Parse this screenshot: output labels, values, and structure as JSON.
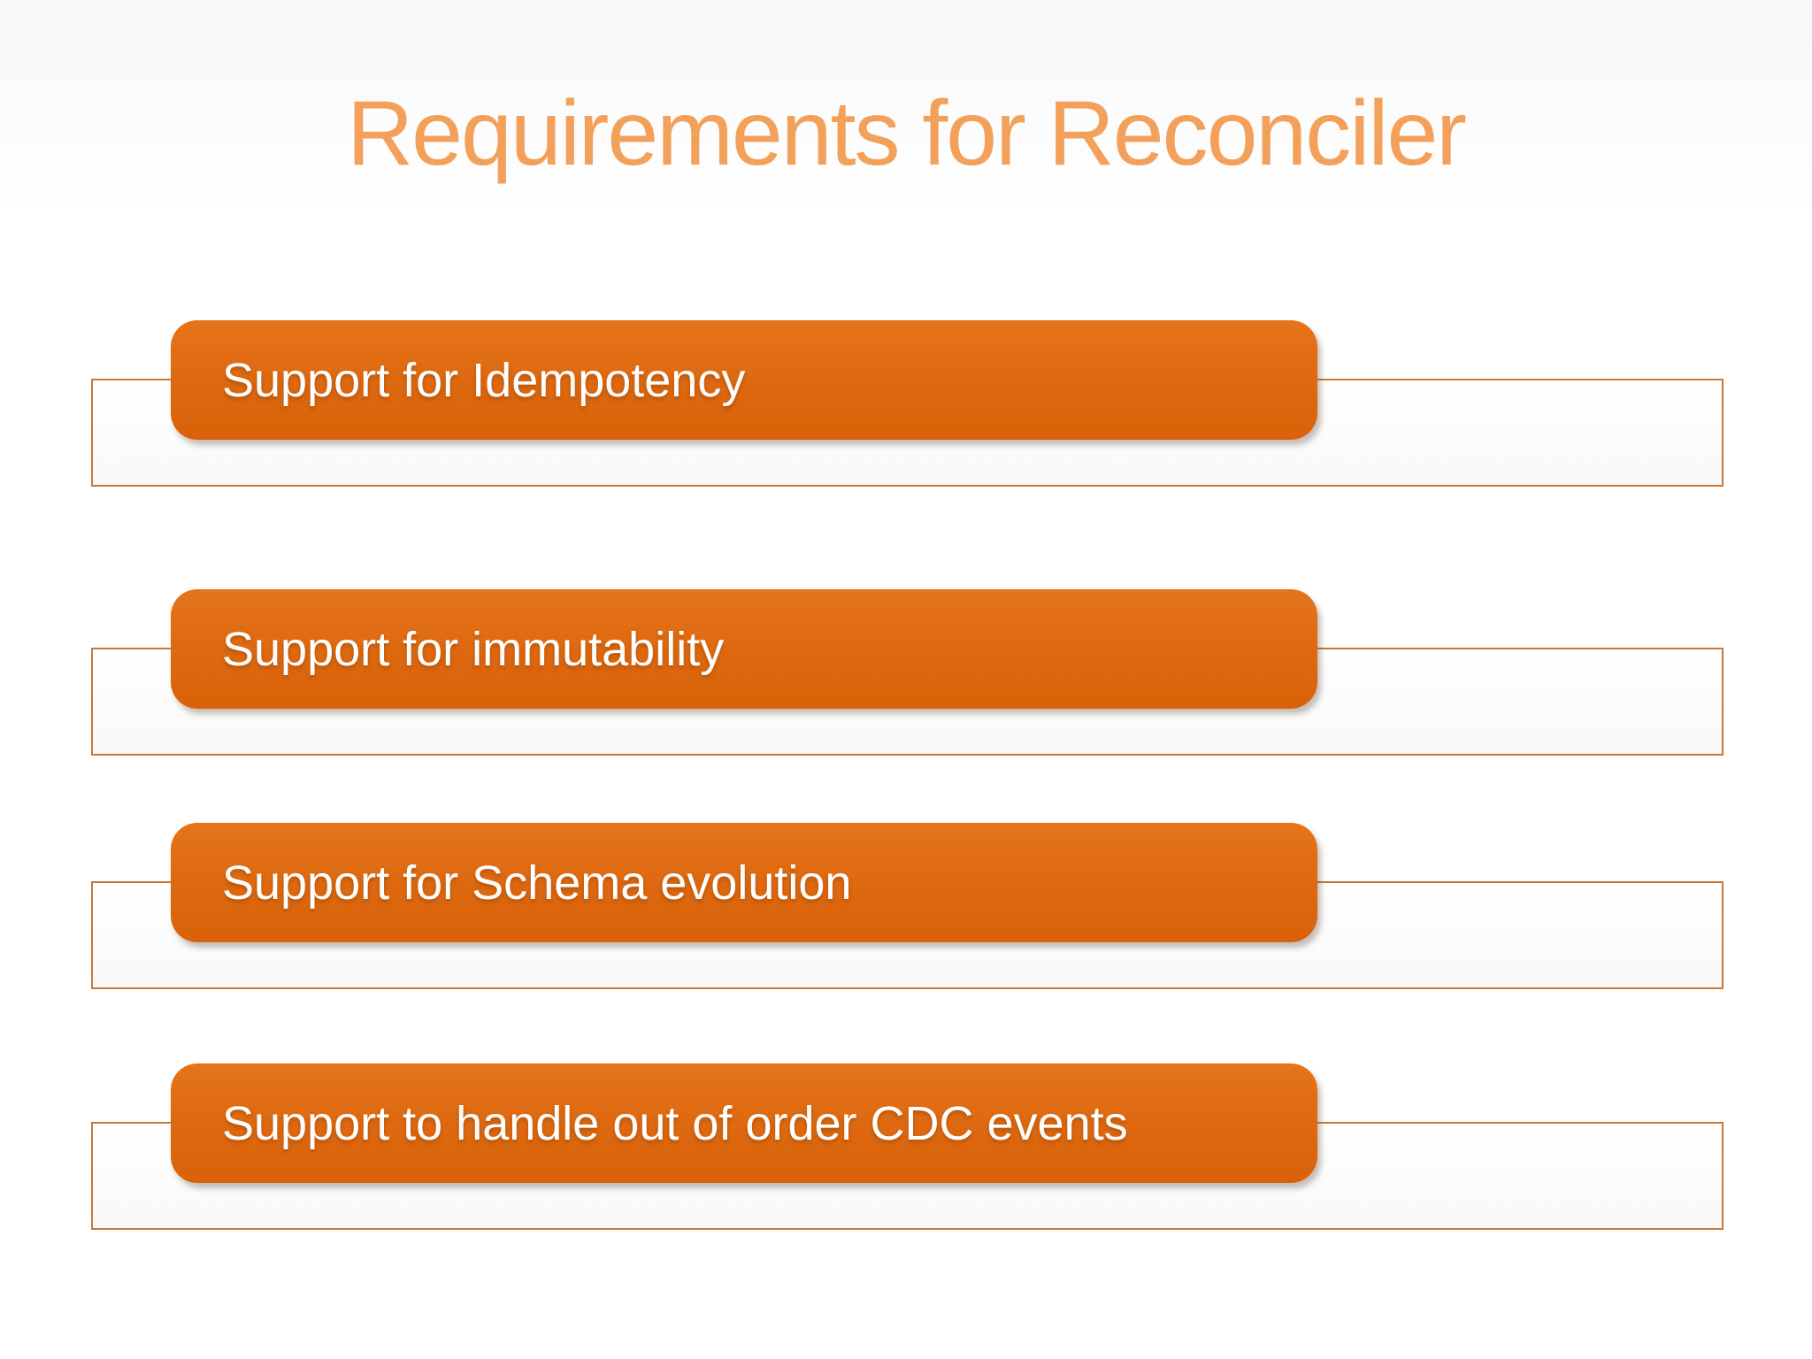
{
  "slide": {
    "title": "Requirements for Reconciler",
    "items": [
      {
        "label": "Support for Idempotency"
      },
      {
        "label": "Support for immutability"
      },
      {
        "label": "Support for Schema evolution"
      },
      {
        "label": "Support to handle out of order CDC events"
      }
    ],
    "colors": {
      "title": "#f2a05a",
      "bar_fill": "#dd680f",
      "bar_fill_light": "#e5741a",
      "bar_fill_dark": "#d96209",
      "bar_text": "#ffffff",
      "back_border": "#c8783a",
      "background": "#ffffff",
      "background_tint": "#f8f8f8"
    }
  }
}
